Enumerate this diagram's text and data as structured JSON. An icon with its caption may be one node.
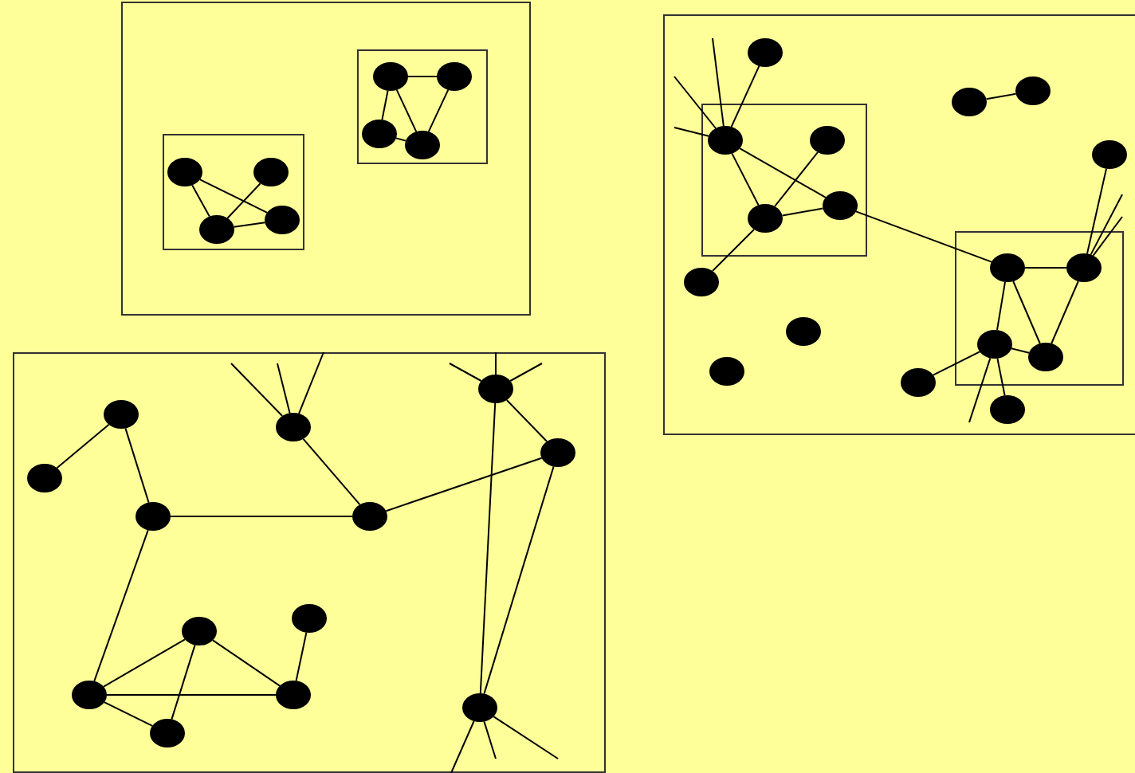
{
  "diagram": {
    "nodes": [
      {
        "text": [],
        "shape": "box"
      },
      {
        "text": [],
        "shape": "box",
        "in": 0
      },
      {
        "text": [],
        "shape": "circle",
        "in": 1
      },
      {
        "text": [],
        "shape": "circle",
        "in": 1
      },
      {
        "text": [],
        "shape": "circle",
        "in": 1
      },
      {
        "text": [],
        "shape": "circle",
        "in": 1
      },
      {
        "text": [],
        "shape": "box",
        "in": 0
      },
      {
        "text": [],
        "shape": "circle",
        "in": 6
      },
      {
        "text": [],
        "shape": "circle",
        "in": 6
      },
      {
        "text": [],
        "shape": "circle",
        "in": 6
      },
      {
        "text": [],
        "shape": "circle",
        "in": 6
      },
      {
        "text": [],
        "shape": "box"
      },
      {
        "text": [],
        "shape": "box",
        "in": 11
      },
      {
        "text": [],
        "shape": "circle",
        "in": 12
      },
      {
        "text": [],
        "shape": "circle",
        "in": 12
      },
      {
        "text": [],
        "shape": "circle",
        "in": 12
      },
      {
        "text": [],
        "shape": "circle",
        "in": 12
      },
      {
        "text": [],
        "shape": "box",
        "in": 11
      },
      {
        "text": [],
        "shape": "circle",
        "in": 17
      },
      {
        "text": [],
        "shape": "circle",
        "in": 17
      },
      {
        "text": [],
        "shape": "circle",
        "in": 17
      },
      {
        "text": [],
        "shape": "circle",
        "in": 17
      },
      {
        "text": [],
        "shape": "circle",
        "in": 11
      },
      {
        "text": [],
        "shape": "circle",
        "in": 11
      },
      {
        "text": [],
        "shape": "circle",
        "in": 11
      },
      {
        "text": [],
        "shape": "circle",
        "in": 11
      },
      {
        "text": [],
        "shape": "circle",
        "in": 11
      },
      {
        "text": [],
        "shape": "circle",
        "in": 11
      },
      {
        "text": [],
        "shape": "circle",
        "in": 11
      },
      {
        "text": [],
        "shape": "circle",
        "in": 11
      },
      {
        "text": [],
        "shape": "circle",
        "in": 11
      },
      {
        "text": [],
        "shape": "box"
      },
      {
        "text": [],
        "shape": "circle",
        "in": 31
      },
      {
        "text": [],
        "shape": "circle",
        "in": 31
      },
      {
        "text": [],
        "shape": "circle",
        "in": 31
      },
      {
        "text": [],
        "shape": "circle",
        "in": 31
      },
      {
        "text": [],
        "shape": "circle",
        "in": 31
      },
      {
        "text": [],
        "shape": "circle",
        "in": 31
      },
      {
        "text": [],
        "shape": "circle",
        "in": 31
      },
      {
        "text": [],
        "shape": "circle",
        "in": 31
      },
      {
        "text": [],
        "shape": "circle",
        "in": 31
      },
      {
        "text": [],
        "shape": "circle",
        "in": 31
      },
      {
        "text": [],
        "shape": "circle",
        "in": 31
      },
      {
        "text": [],
        "shape": "circle",
        "in": 31
      },
      {
        "text": [],
        "shape": "circle",
        "in": 31
      }
    ],
    "edges": [
      {
        "from": 2,
        "to": 3,
        "arrow": "none"
      },
      {
        "from": 2,
        "to": 4,
        "arrow": "none"
      },
      {
        "from": 2,
        "to": 5,
        "arrow": "none"
      },
      {
        "from": 4,
        "to": 5,
        "arrow": "none"
      },
      {
        "from": 3,
        "to": 5,
        "arrow": "none"
      },
      {
        "from": 7,
        "to": 9,
        "arrow": "none"
      },
      {
        "from": 7,
        "to": 10,
        "arrow": "none"
      },
      {
        "from": 8,
        "to": 10,
        "arrow": "none"
      },
      {
        "from": 10,
        "to": 9,
        "arrow": "none"
      },
      {
        "from": 13,
        "to": 22,
        "arrow": "none"
      },
      {
        "from": 13,
        "to": 16,
        "arrow": "none"
      },
      {
        "from": 13,
        "to": 15,
        "arrow": "none"
      },
      {
        "from": 14,
        "to": 16,
        "arrow": "none"
      },
      {
        "from": 16,
        "to": 15,
        "arrow": "none"
      },
      {
        "from": 16,
        "to": 26,
        "arrow": "none"
      },
      {
        "from": 15,
        "to": 18,
        "arrow": "none"
      },
      {
        "from": 18,
        "to": 19,
        "arrow": "none"
      },
      {
        "from": 18,
        "to": 20,
        "arrow": "none"
      },
      {
        "from": 18,
        "to": 21,
        "arrow": "none"
      },
      {
        "from": 19,
        "to": 21,
        "arrow": "none"
      },
      {
        "from": 20,
        "to": 21,
        "arrow": "none"
      },
      {
        "from": 20,
        "to": 29,
        "arrow": "none"
      },
      {
        "from": 20,
        "to": 30,
        "arrow": "none"
      },
      {
        "from": 23,
        "to": 24,
        "arrow": "none"
      },
      {
        "from": 25,
        "to": 19,
        "arrow": "none"
      },
      {
        "from": 13,
        "to": null,
        "arrow": "none"
      },
      {
        "from": 13,
        "to": null,
        "arrow": "none"
      },
      {
        "from": 13,
        "to": null,
        "arrow": "none"
      },
      {
        "from": 19,
        "to": null,
        "arrow": "none"
      },
      {
        "from": 19,
        "to": null,
        "arrow": "none"
      },
      {
        "from": 20,
        "to": null,
        "arrow": "none"
      },
      {
        "from": 32,
        "to": 33,
        "arrow": "none"
      },
      {
        "from": 32,
        "to": 37,
        "arrow": "none"
      },
      {
        "from": 37,
        "to": 38,
        "arrow": "none"
      },
      {
        "from": 34,
        "to": 38,
        "arrow": "none"
      },
      {
        "from": 38,
        "to": 36,
        "arrow": "none"
      },
      {
        "from": 35,
        "to": 36,
        "arrow": "none"
      },
      {
        "from": 35,
        "to": 44,
        "arrow": "none"
      },
      {
        "from": 36,
        "to": 44,
        "arrow": "none"
      },
      {
        "from": 37,
        "to": 41,
        "arrow": "none"
      },
      {
        "from": 41,
        "to": 39,
        "arrow": "none"
      },
      {
        "from": 41,
        "to": 42,
        "arrow": "none"
      },
      {
        "from": 41,
        "to": 43,
        "arrow": "none"
      },
      {
        "from": 39,
        "to": 43,
        "arrow": "none"
      },
      {
        "from": 39,
        "to": 42,
        "arrow": "none"
      },
      {
        "from": 42,
        "to": 40,
        "arrow": "none"
      },
      {
        "from": 34,
        "to": null,
        "arrow": "none"
      },
      {
        "from": 34,
        "to": null,
        "arrow": "none"
      },
      {
        "from": 34,
        "to": null,
        "arrow": "none"
      },
      {
        "from": 35,
        "to": null,
        "arrow": "none"
      },
      {
        "from": 35,
        "to": null,
        "arrow": "none"
      },
      {
        "from": 35,
        "to": null,
        "arrow": "none"
      },
      {
        "from": 44,
        "to": null,
        "arrow": "none"
      },
      {
        "from": 44,
        "to": null,
        "arrow": "none"
      },
      {
        "from": 44,
        "to": null,
        "arrow": "none"
      }
    ]
  }
}
